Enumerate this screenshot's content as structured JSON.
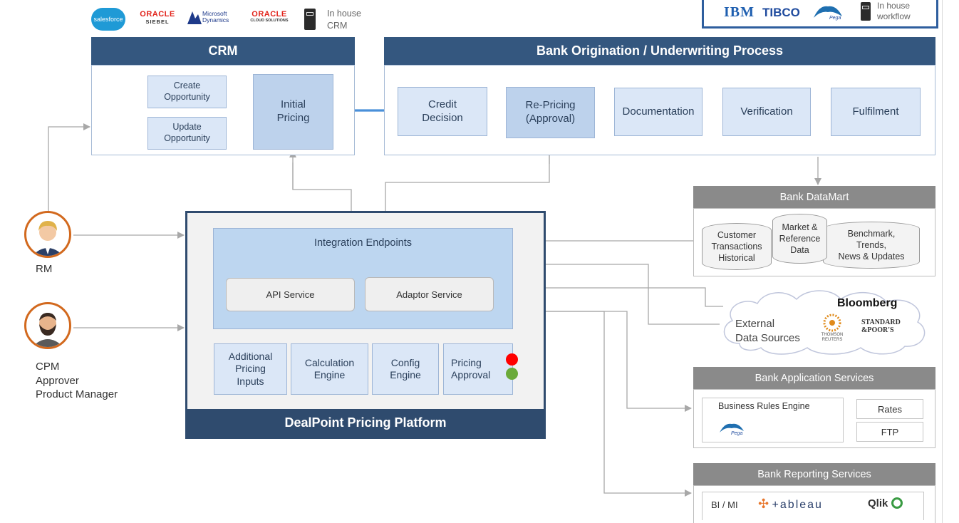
{
  "crm_vendors": {
    "salesforce": "salesforce",
    "oracle_siebel_1": "ORACLE",
    "oracle_siebel_2": "SIEBEL",
    "microsoft_1": "Microsoft",
    "microsoft_2": "Dynamics",
    "oracle_cloud_1": "ORACLE",
    "oracle_cloud_2": "CLOUD SOLUTIONS",
    "inhouse_crm_1": "In house",
    "inhouse_crm_2": "CRM"
  },
  "workflow_vendors": {
    "ibm": "IBM",
    "tibco": "TIBCO",
    "pega": "Pega",
    "inhouse_1": "In house",
    "inhouse_2": "workflow"
  },
  "crm": {
    "title": "CRM",
    "create_1": "Create",
    "create_2": "Opportunity",
    "update_1": "Update",
    "update_2": "Opportunity",
    "initial_1": "Initial",
    "initial_2": "Pricing"
  },
  "origination": {
    "title": "Bank Origination / Underwriting Process",
    "credit_1": "Credit",
    "credit_2": "Decision",
    "repricing_1": "Re-Pricing",
    "repricing_2": "(Approval)",
    "documentation": "Documentation",
    "verification": "Verification",
    "fulfilment": "Fulfilment"
  },
  "datamart": {
    "title": "Bank DataMart",
    "customer_1": "Customer",
    "customer_2": "Transactions",
    "customer_3": "Historical",
    "market_1": "Market &",
    "market_2": "Reference",
    "market_3": "Data",
    "bench_1": "Benchmark,",
    "bench_2": "Trends,",
    "bench_3": "News & Updates"
  },
  "external": {
    "label_1": "External",
    "label_2": "Data Sources",
    "bloomberg": "Bloomberg",
    "thomson_1": "THOMSON",
    "thomson_2": "REUTERS",
    "sp_1": "STANDARD",
    "sp_2": "&POOR'S"
  },
  "app_services": {
    "title": "Bank Application Services",
    "rules": "Business Rules Engine",
    "pega": "Pega",
    "rates": "Rates",
    "ftp": "FTP"
  },
  "reporting": {
    "title": "Bank Reporting Services",
    "bi": "BI / MI",
    "tableau": "+ableau",
    "qlik": "Qlik"
  },
  "platform": {
    "title": "DealPoint Pricing Platform",
    "integration": "Integration Endpoints",
    "api": "API Service",
    "adaptor": "Adaptor Service",
    "additional_1": "Additional",
    "additional_2": "Pricing",
    "additional_3": "Inputs",
    "calc_1": "Calculation",
    "calc_2": "Engine",
    "config_1": "Config",
    "config_2": "Engine",
    "approval_1": "Pricing",
    "approval_2": "Approval"
  },
  "actors": {
    "rm": "RM",
    "cpm_1": "CPM",
    "cpm_2": "Approver",
    "cpm_3": "Product Manager"
  },
  "colors": {
    "header_blue": "#34577f",
    "box_light": "#dbe7f7",
    "box_dark": "#bdd2ec",
    "gray_header": "#8a8a8a",
    "person_ring": "#d2691e",
    "status_red": "#ff0000",
    "status_green": "#6aaa3a"
  }
}
